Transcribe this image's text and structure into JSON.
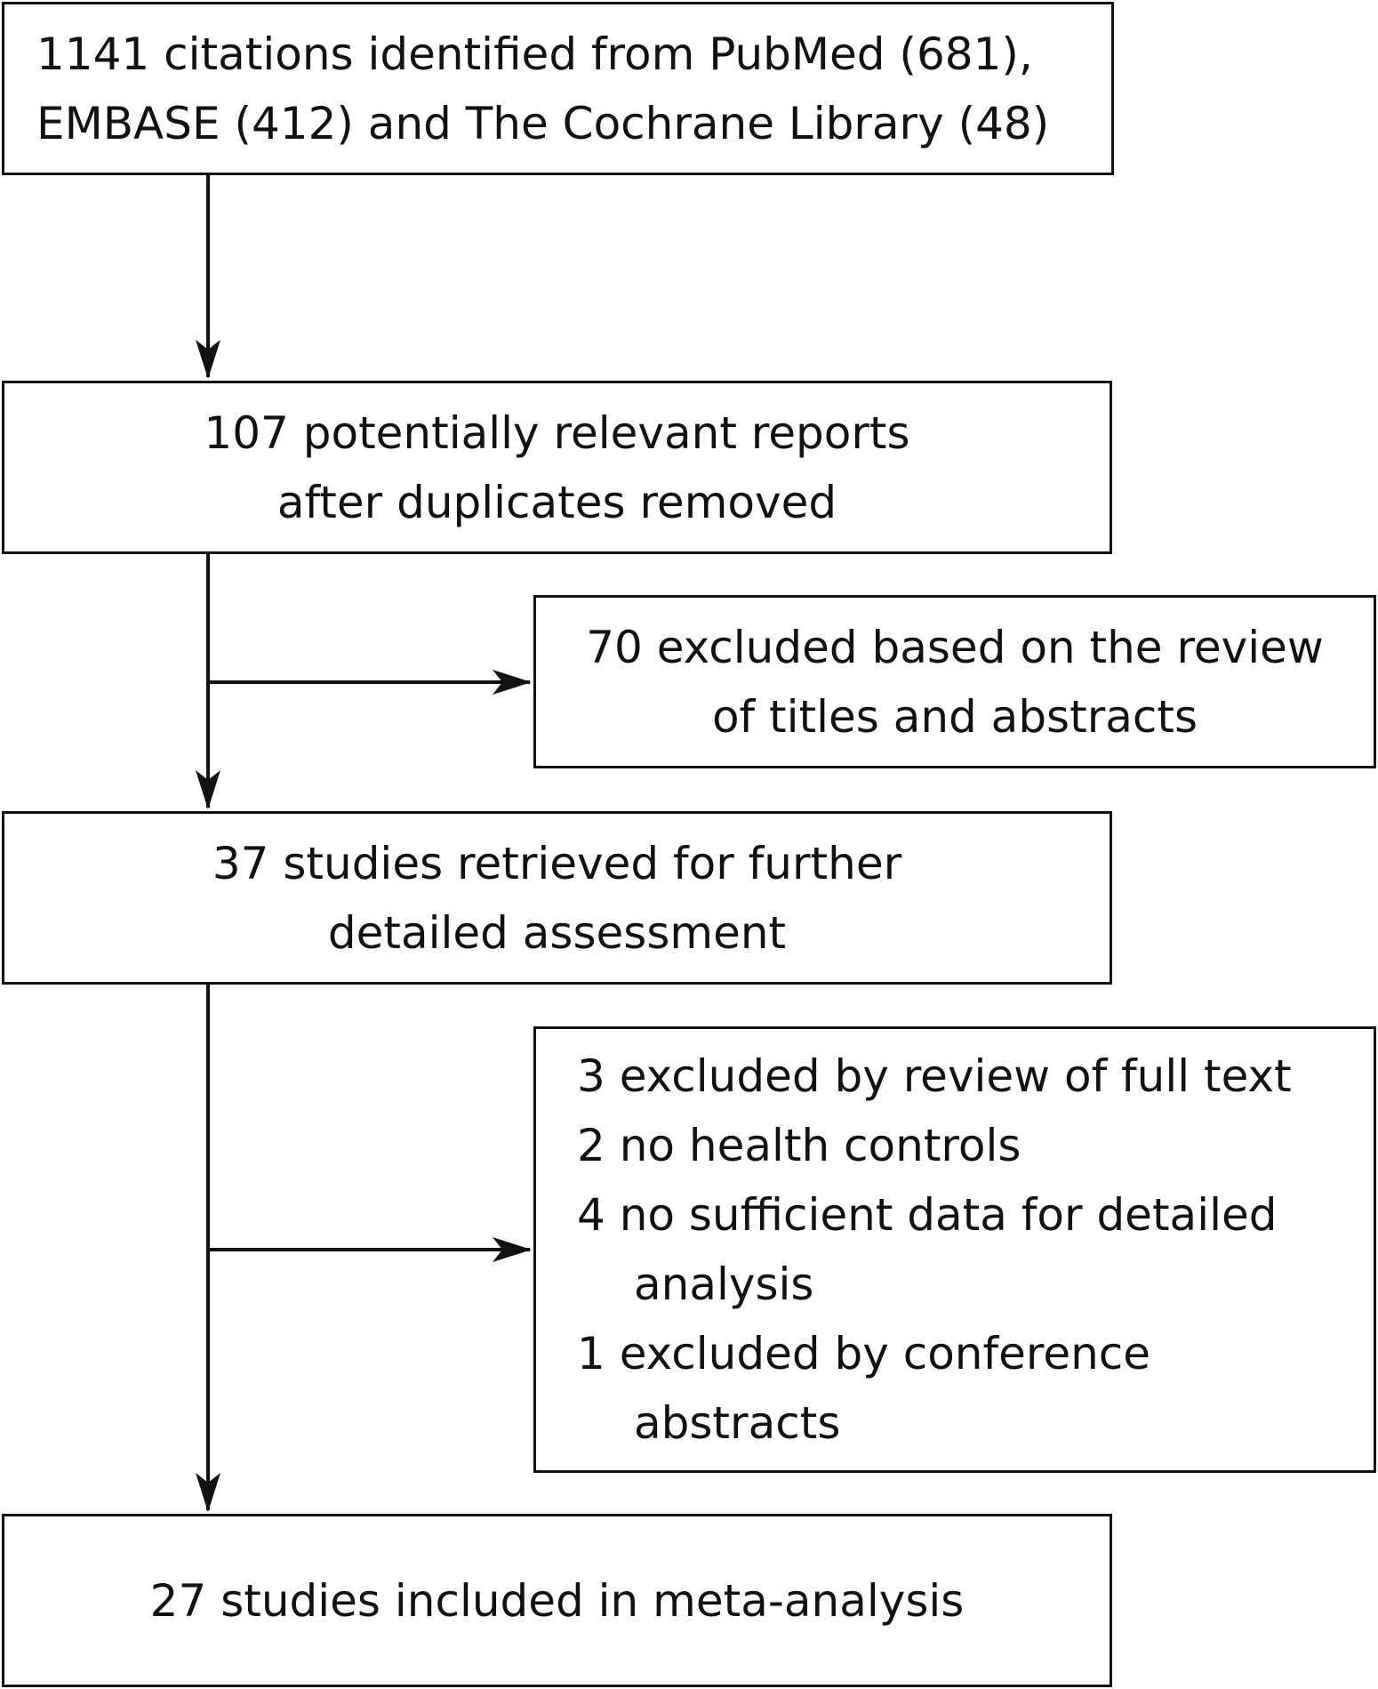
{
  "flow": {
    "identified": {
      "lines": [
        "1141 citations identified from PubMed (681),",
        "EMBASE (412) and The Cochrane Library (48)"
      ]
    },
    "after_duplicates": {
      "lines": [
        "107 potentially relevant reports",
        "after duplicates removed"
      ]
    },
    "excluded_titles": {
      "lines": [
        "70 excluded based on the review",
        "of titles and abstracts"
      ]
    },
    "retrieved": {
      "lines": [
        "37 studies retrieved for further",
        "detailed assessment"
      ]
    },
    "excluded_detail": {
      "items": [
        {
          "text": "3 excluded by review of full text",
          "cont": ""
        },
        {
          "text": "2 no health controls",
          "cont": ""
        },
        {
          "text": "4 no sufficient data for detailed",
          "cont": "analysis"
        },
        {
          "text": "1 excluded by conference",
          "cont": "abstracts"
        }
      ]
    },
    "included": {
      "lines": [
        "27 studies included in meta-analysis"
      ]
    }
  }
}
